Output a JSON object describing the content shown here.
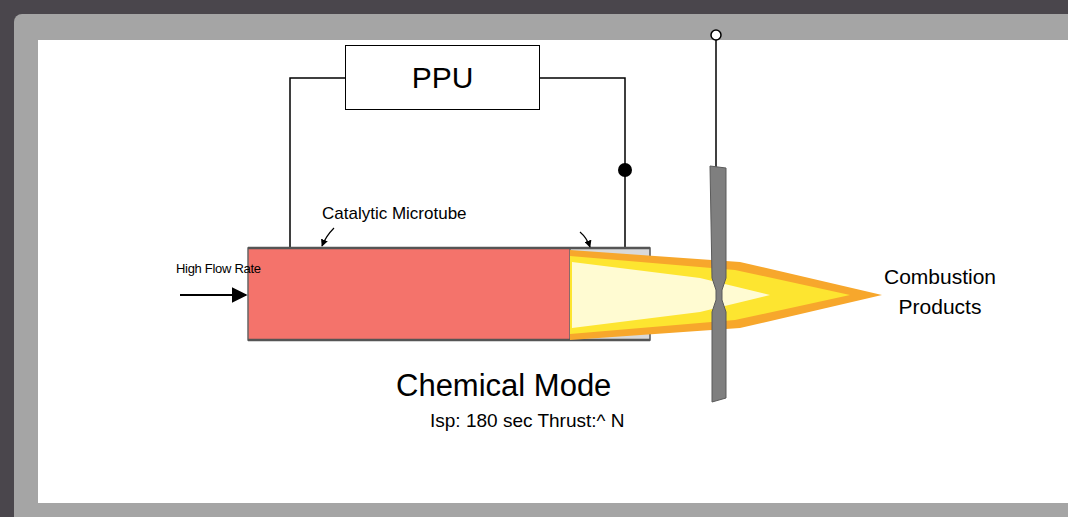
{
  "diagram": {
    "nodes": [
      {
        "text": [
          "PPU"
        ]
      }
    ],
    "labels": [
      "Catalytic Microtube",
      "High Flow Rate",
      "Combustion Products",
      "Chemical Mode",
      "Isp: 180 sec Thrust:^ N"
    ]
  }
}
